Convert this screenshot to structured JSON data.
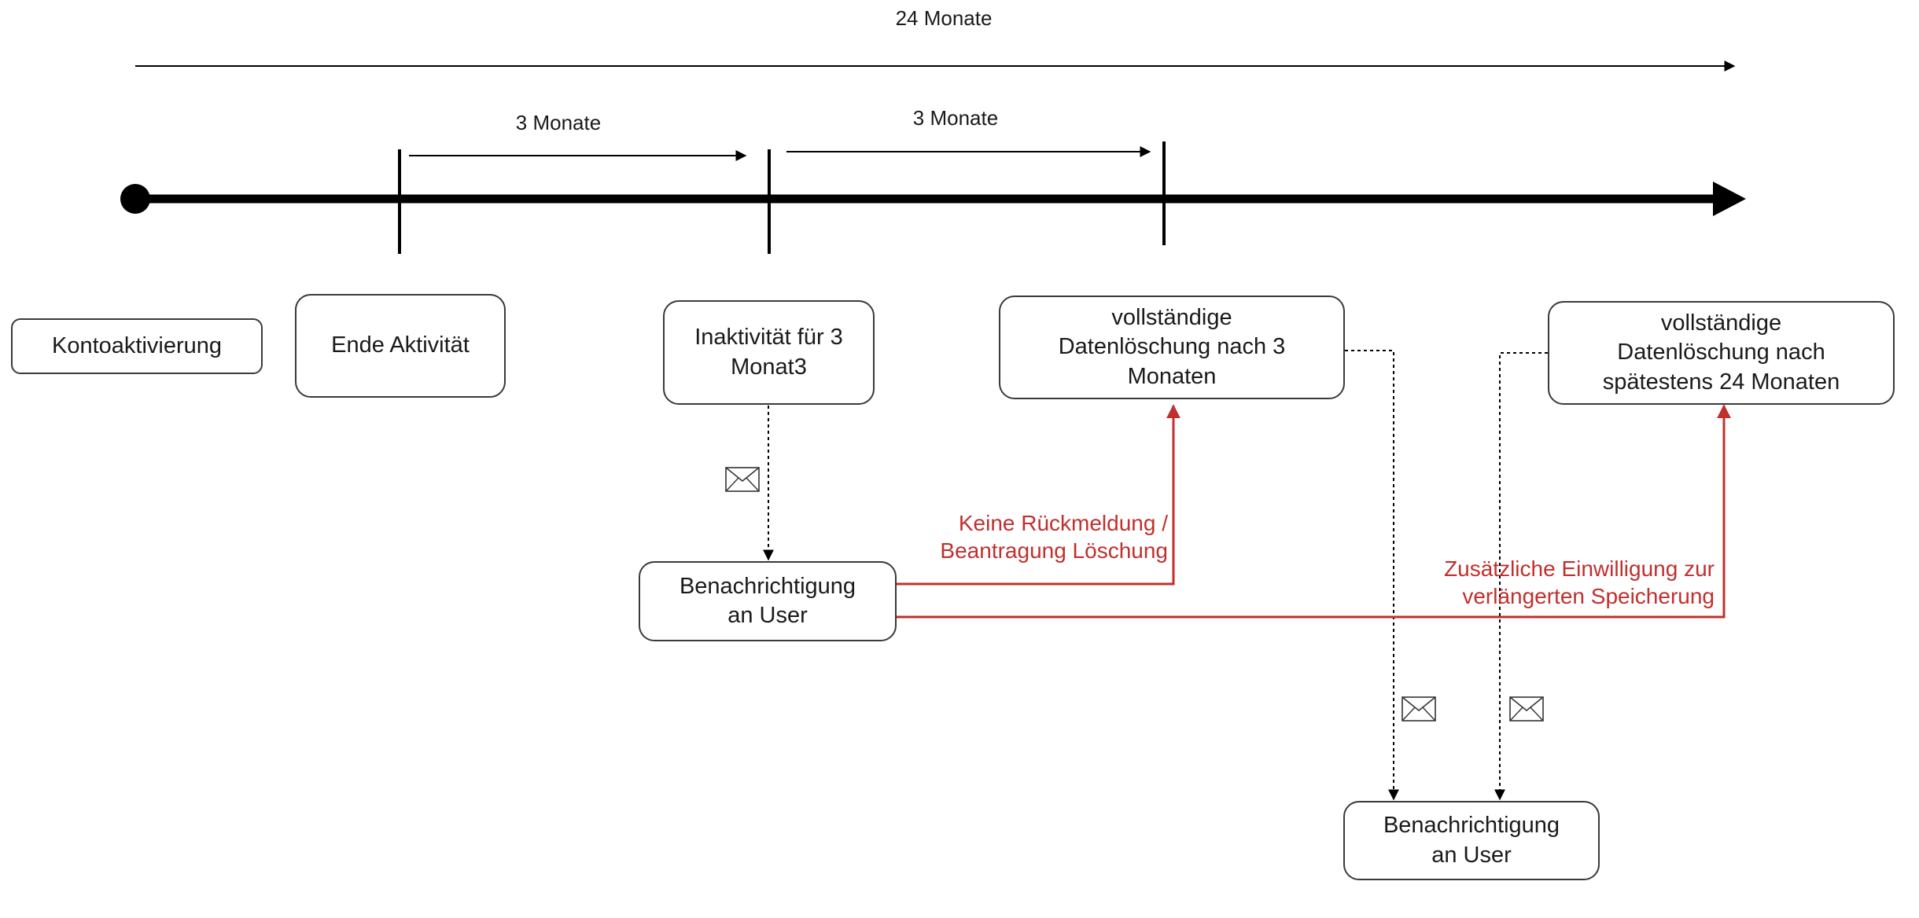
{
  "timeline": {
    "span_total": "24 Monate",
    "span_first": "3 Monate",
    "span_second": "3 Monate"
  },
  "nodes": {
    "kontoaktivierung": "Kontoaktivierung",
    "ende_aktivitaet": "Ende Aktivität",
    "inaktivitaet": [
      "Inaktivität für 3",
      "Monat3"
    ],
    "loeschung_3": [
      "vollständige",
      "Datenlöschung nach 3",
      "Monaten"
    ],
    "loeschung_24": [
      "vollständige",
      "Datenlöschung nach",
      "spätestens 24 Monaten"
    ],
    "benachrichtigung_1": [
      "Benachrichtigung",
      "an User"
    ],
    "benachrichtigung_2": [
      "Benachrichtigung",
      "an User"
    ]
  },
  "edges": {
    "keine_rueckmeldung": [
      "Keine Rückmeldung /",
      "Beantragung Löschung"
    ],
    "zusaetzliche_einwilligung": [
      "Zusätzliche Einwilligung zur",
      "verlängerten Speicherung"
    ]
  },
  "icons": {
    "message": "envelope-icon"
  },
  "colors": {
    "timeline": "#000000",
    "box_border": "#3a3a3a",
    "red_edge": "#c0302e"
  }
}
